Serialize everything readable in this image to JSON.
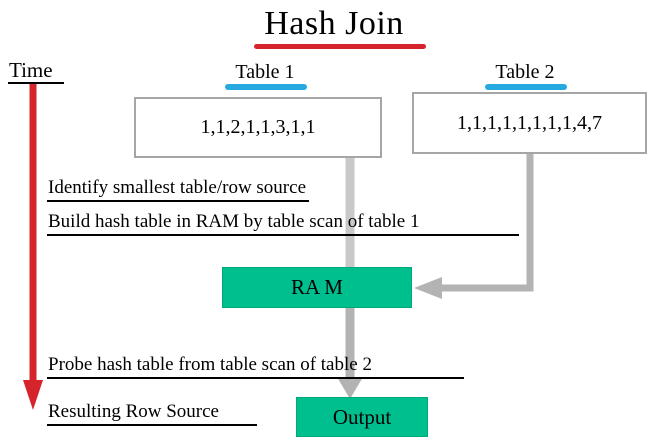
{
  "diagram": {
    "title": "Hash Join",
    "title_rule_color": "#d6242c",
    "accent_blue": "#27a9e0",
    "box_green": "#00bf8f",
    "connector_gray": "#b3b3b3",
    "time_axis": {
      "label": "Time",
      "arrow_color": "#d6242c",
      "direction": "downward"
    },
    "tables": [
      {
        "label": "Table 1",
        "values": "1,1,2,1,1,3,1,1"
      },
      {
        "label": "Table 2",
        "values": "1,1,1,1,1,1,1,1,4,7"
      }
    ],
    "steps": [
      {
        "text": "Identify smallest table/row source"
      },
      {
        "text": "Build hash table in RAM by table scan of  table 1"
      },
      {
        "text": "Probe hash table from table scan of table 2"
      },
      {
        "text": "Resulting Row Source"
      }
    ],
    "process_boxes": [
      {
        "label": "RA M"
      },
      {
        "label": "Output"
      }
    ]
  }
}
